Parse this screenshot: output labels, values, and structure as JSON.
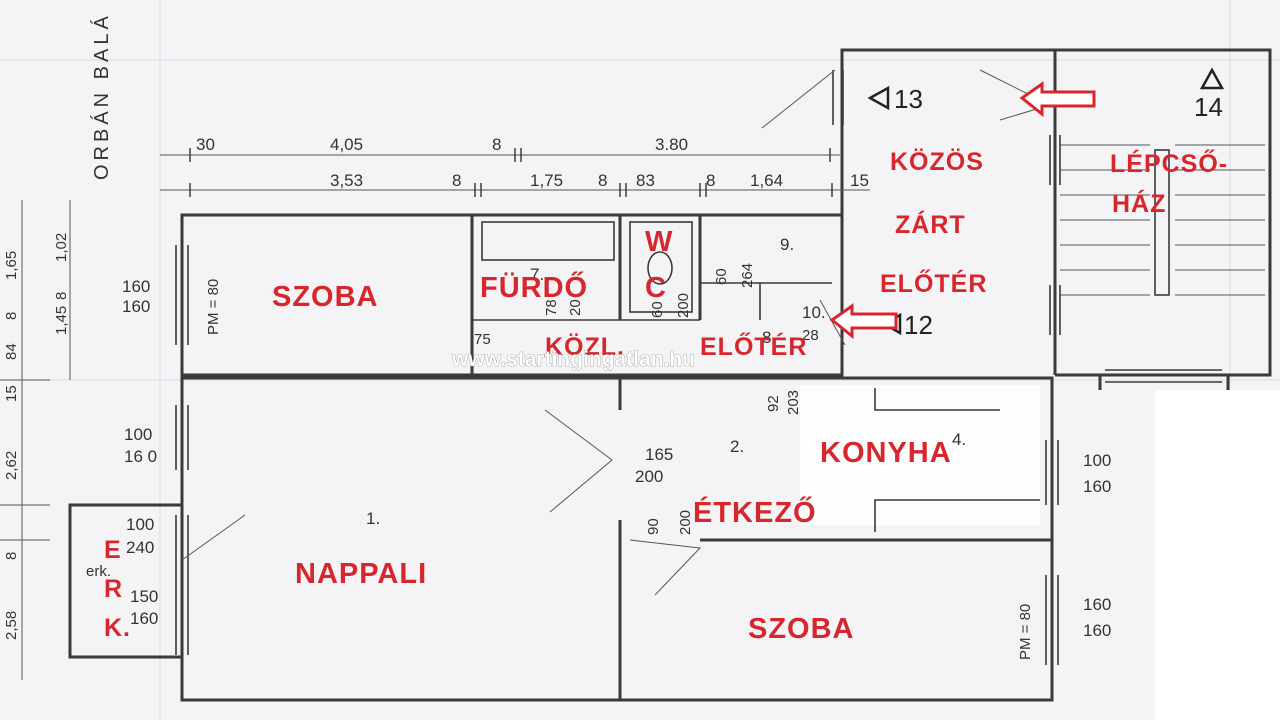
{
  "street_label": "ORBÁN BALÁ",
  "dimensions_top_row1": [
    "30",
    "4,05",
    "8",
    "3.80"
  ],
  "dimensions_top_row2": [
    "3,53",
    "8",
    "1,75",
    "8",
    "83",
    "8",
    "1,64",
    "15"
  ],
  "dimensions_left": [
    "1,65",
    "1,02",
    "8",
    "1,45",
    "8",
    "84",
    "15",
    "2,62",
    "8",
    "2,58"
  ],
  "rooms": {
    "szoba_top": "SZOBA",
    "furdo": "FÜRDŐ",
    "furdo_suffix": "C",
    "wc": "W",
    "kozl": "KÖZL.",
    "eloter": "ELŐTÉR",
    "kozos": "KÖZÖS",
    "zart": "ZÁRT",
    "kozos_eloter": "ELŐTÉR",
    "lepcso1": "LÉPCSŐ-",
    "lepcso2": "HÁZ",
    "konyha": "KONYHA",
    "etkezo": "ÉTKEZŐ",
    "nappali": "NAPPALI",
    "szoba_bottom": "SZOBA",
    "erkely1": "E",
    "erkely2": "R",
    "erkely3": "K."
  },
  "room_numbers": [
    "1.",
    "2.",
    "4.",
    "7.",
    "8.",
    "9.",
    "10."
  ],
  "markers": {
    "m13": "13",
    "m14": "14",
    "m12": "12"
  },
  "window_labels": {
    "w1a": "160",
    "w1b": "160",
    "pm1": "PM = 80",
    "w2a": "100",
    "w2b": "16 0",
    "w3a": "100",
    "w3b": "240",
    "w4a": "150",
    "w4b": "160",
    "erk_small": "erk.",
    "w5a": "100",
    "w5b": "160",
    "w6a": "160",
    "w6b": "160",
    "pm2": "PM = 80",
    "door1a": "165",
    "door1b": "200",
    "door2a": "90",
    "door2b": "200",
    "door3a": "92",
    "door3b": "203",
    "d60": "60",
    "d264": "264",
    "d200a": "200",
    "d60b": "60",
    "d75": "75",
    "d78": "78",
    "d20": "20",
    "d28": "28"
  },
  "watermark": "www.startingingatlan.hu",
  "colors": {
    "label_red": "#d8262d",
    "line": "#3a3a3a",
    "background": "#f4f4f6"
  }
}
